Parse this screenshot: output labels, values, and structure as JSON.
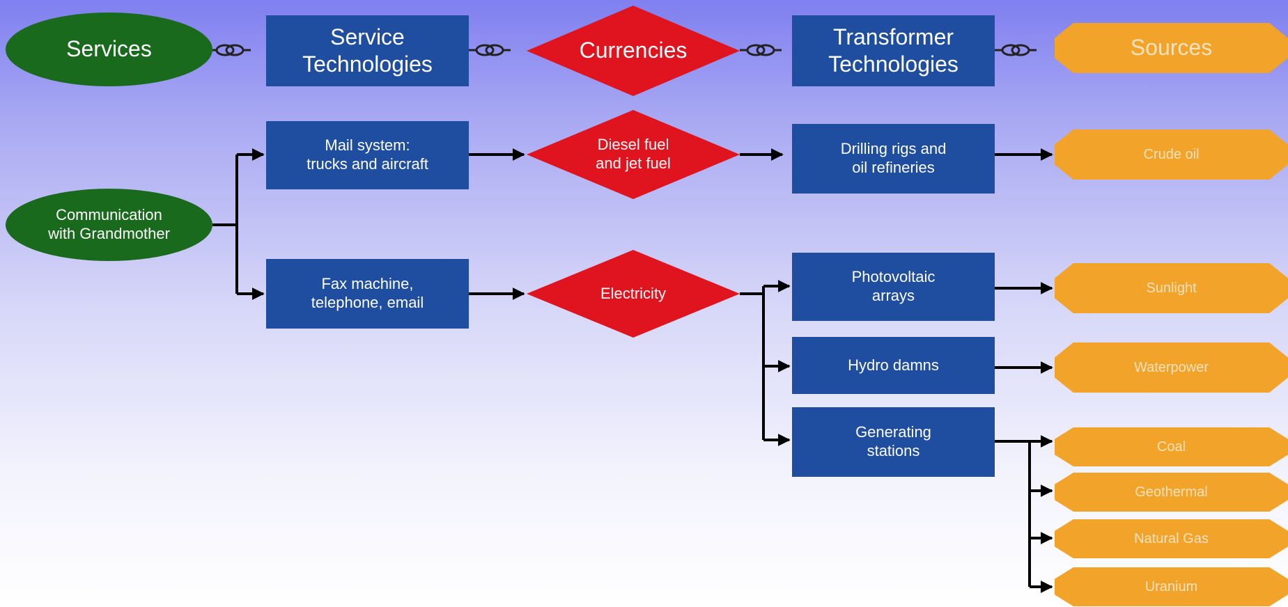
{
  "header": {
    "services": "Services",
    "service_technologies": "Service\nTechnologies",
    "currencies": "Currencies",
    "transformer_technologies": "Transformer\nTechnologies",
    "sources": "Sources"
  },
  "service": {
    "label": "Communication\nwith Grandmother"
  },
  "service_technologies": {
    "mail": "Mail system:\ntrucks and aircraft",
    "fax": "Fax machine,\ntelephone, email"
  },
  "currencies": {
    "diesel": "Diesel fuel\nand jet fuel",
    "electricity": "Electricity"
  },
  "transformer_technologies": {
    "drilling": "Drilling rigs and\noil refineries",
    "photovoltaic": "Photovoltaic\narrays",
    "hydro": "Hydro damns",
    "generating": "Generating\nstations"
  },
  "sources": {
    "crude_oil": "Crude oil",
    "sunlight": "Sunlight",
    "waterpower": "Waterpower",
    "coal": "Coal",
    "geothermal": "Geothermal",
    "natural_gas": "Natural Gas",
    "uranium": "Uranium"
  },
  "colors": {
    "services": "#1a6a1e",
    "technologies": "#1f4ea0",
    "currencies": "#e0141f",
    "sources": "#f2a32a",
    "background_top": "#7f7ff0",
    "background_bottom": "#ffffff"
  },
  "icons": {
    "link": "chain-link-icon",
    "arrow": "arrow-right-icon"
  }
}
